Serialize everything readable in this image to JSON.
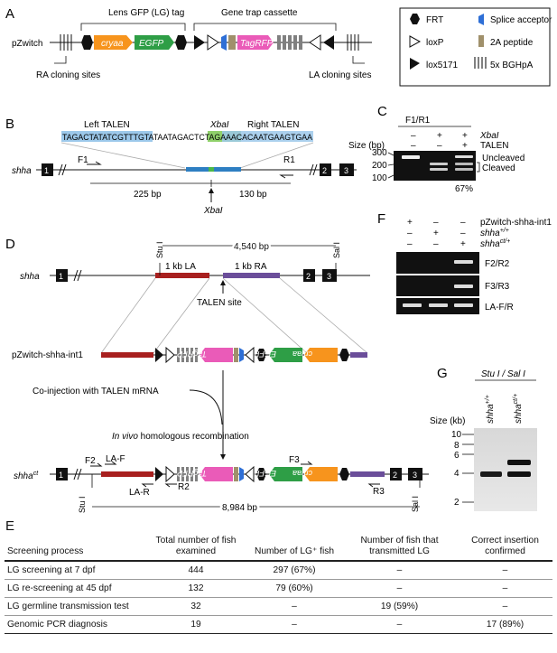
{
  "panels": {
    "A": "A",
    "B": "B",
    "C": "C",
    "D": "D",
    "E": "E",
    "F": "F",
    "G": "G"
  },
  "panelA": {
    "construct": "pZwitch",
    "lg_tag": "Lens GFP (LG) tag",
    "gene_trap": "Gene trap cassette",
    "cryaa": "cryaa",
    "egfp": "EGFP",
    "tagrfp": "TagRFP",
    "ra_sites": "RA cloning sites",
    "la_sites": "LA  cloning sites",
    "legend": [
      "FRT",
      "Splice acceptor",
      "loxP",
      "2A peptide",
      "lox5171",
      "5x BGHpA"
    ]
  },
  "panelB": {
    "left_talen": "Left TALEN",
    "xbai_top": "XbaI",
    "right_talen": "Right TALEN",
    "seq_left": "TAGACTATATCGTTTG",
    "seq_spacer1": "TATAATAGAC",
    "seq_xbai": "TCTAGA",
    "seq_right": "AACACAATGAAGTGAA",
    "gene": "shha",
    "exon1": "1",
    "exon2": "2",
    "exon3": "3",
    "f1": "F1",
    "r1": "R1",
    "len_left": "225 bp",
    "len_right": "130 bp",
    "xbai_bottom": "XbaI"
  },
  "panelC": {
    "primers": "F1/R1",
    "row_xbai": "XbaI",
    "row_talen": "TALEN",
    "size_label": "Size (bp)",
    "xbai_signs": [
      "–",
      "+",
      "+"
    ],
    "talen_signs": [
      "–",
      "–",
      "+"
    ],
    "ladder": [
      "300",
      "200",
      "100"
    ],
    "uncleaved": "Uncleaved",
    "cleaved": "Cleaved",
    "percent": "67%"
  },
  "panelD": {
    "gene": "shha",
    "stu": "Stu I",
    "sal": "Sal I",
    "len_wt": "4,540 bp",
    "la": "1 kb LA",
    "ra": "1 kb RA",
    "talen_site": "TALEN site",
    "construct": "pZwitch-shha-int1",
    "coinjection": "Co-injection with TALEN mRNA",
    "hr_italic": "In vivo",
    "hr_rest": " homologous recombination",
    "allele": "shha",
    "allele_sup": "ct",
    "f2": "F2",
    "laf": "LA-F",
    "lar": "LA-R",
    "r2": "R2",
    "f3": "F3",
    "r3": "R3",
    "len_ko": "8,984 bp",
    "exon1": "1",
    "exon2": "2",
    "exon3": "3",
    "tagrfp": "TagRFP",
    "egfp": "EGFP",
    "cryaa": "cryaa"
  },
  "panelF": {
    "row1_label": "pZwitch-shha-int1",
    "row2_label": "shha",
    "row2_sup": "+/+",
    "row3_label": "shha",
    "row3_sup": "ct/+",
    "row1_signs": [
      "+",
      "–",
      "–"
    ],
    "row2_signs": [
      "–",
      "+",
      "–"
    ],
    "row3_signs": [
      "–",
      "–",
      "+"
    ],
    "gels": [
      "F2/R2",
      "F3/R3",
      "LA-F/R"
    ]
  },
  "panelG": {
    "title": "Stu I / Sal I",
    "lane1": "shha",
    "lane1_sup": "+/+",
    "lane2": "shha",
    "lane2_sup": "ct/+",
    "size_label": "Size (kb)",
    "ladder": [
      "10",
      "8",
      "6",
      "4",
      "2"
    ]
  },
  "table": {
    "headers": [
      "Screening process",
      "Total number of fish examined",
      "Number of LG⁺ fish",
      "Number of fish that transmitted LG",
      "Correct insertion confirmed"
    ],
    "rows": [
      [
        "LG screening at 7 dpf",
        "444",
        "297 (67%)",
        "–",
        "–"
      ],
      [
        "LG re-screening at 45 dpf",
        "132",
        "79 (60%)",
        "–",
        "–"
      ],
      [
        "LG germline transmission test",
        "32",
        "–",
        "19 (59%)",
        "–"
      ],
      [
        "Genomic PCR diagnosis",
        "19",
        "–",
        "–",
        "17 (89%)"
      ]
    ]
  }
}
